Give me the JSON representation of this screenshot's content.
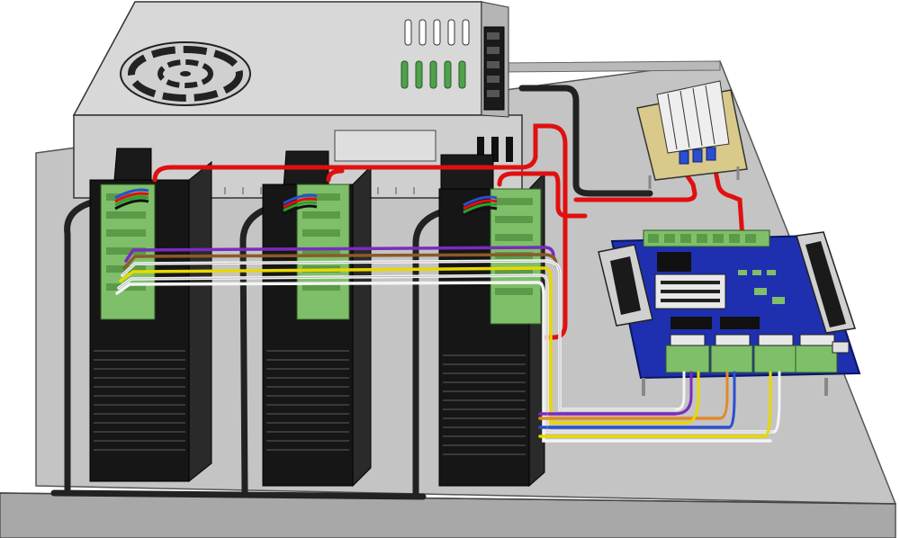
{
  "scene": {
    "components": [
      "power-supply",
      "stepper-driver",
      "stepper-driver",
      "stepper-driver",
      "relay-module",
      "breakout-board"
    ],
    "driver_count": 3,
    "breakout_terminal_blocks": 4
  },
  "colors": {
    "background": "#ffffff",
    "enclosure_top": "#c4c4c4",
    "enclosure_side": "#a8a8a8",
    "psu_body": "#d5d5d5",
    "driver_body": "#1a1a1a",
    "terminal_green": "#7fbf6a",
    "pcb_blue": "#1e2fb0",
    "relay_board": "#d9c98a",
    "wire_red": "#e01010",
    "wire_black": "#222222",
    "wire_white": "#f4f4f4",
    "wire_yellow": "#e8d800",
    "wire_purple": "#7a2bbf",
    "wire_blue": "#2a4fd0",
    "wire_orange": "#e08a2a",
    "wire_brown": "#8a5a2a"
  },
  "icons": [
    "fan-icon",
    "heatsink-icon",
    "db25-connector-icon"
  ]
}
